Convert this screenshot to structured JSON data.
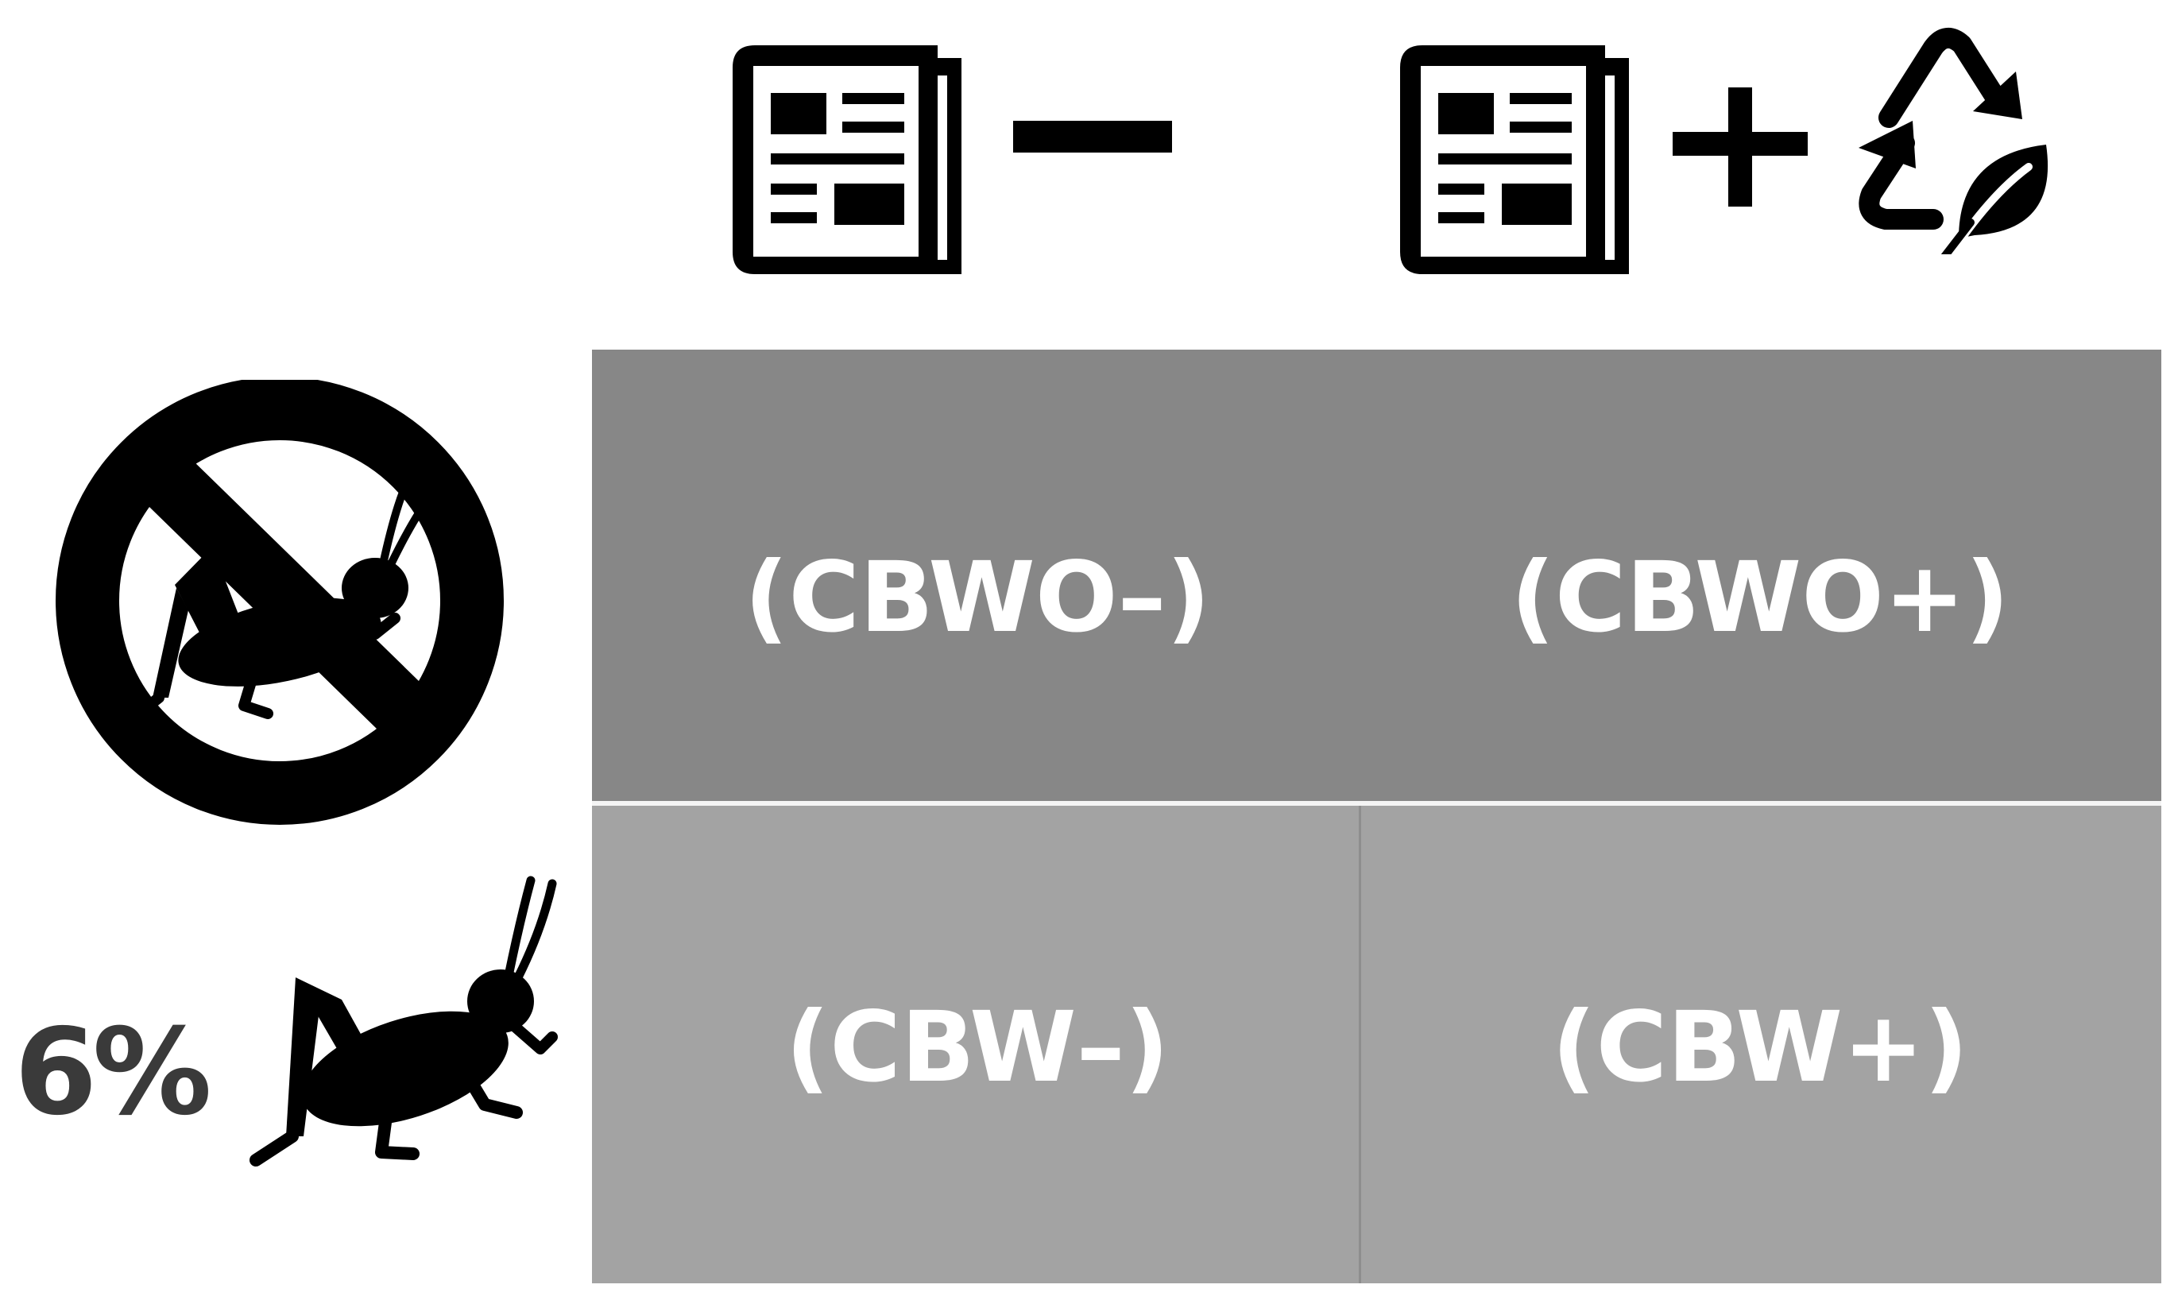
{
  "header": {
    "col1_symbol": "newspaper-icon",
    "col1_sign": "minus-sign",
    "col2_symbol": "newspaper-icon",
    "col2_sign": "plus-sign",
    "col2_extra": "recycle-leaf-icon"
  },
  "rows": [
    {
      "icon": "no-cricket-icon"
    },
    {
      "icon": "cricket-icon",
      "percent": "6%"
    }
  ],
  "cells": {
    "cbwo_minus": "(CBWO–)",
    "cbwo_plus": "(CBWO+)",
    "cbw_minus": "(CBW–)",
    "cbw_plus": "(CBW+)"
  },
  "colors": {
    "top_row": "#878787",
    "bottom_row": "#a3a3a3",
    "icon": "#000000",
    "cell_text": "#ffffff",
    "percent_text": "#3a3a3a"
  }
}
